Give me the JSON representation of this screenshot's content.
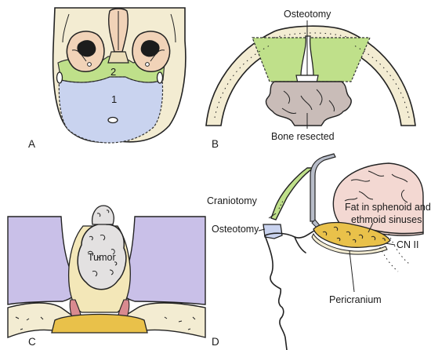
{
  "colors": {
    "bone": "#f3ecd2",
    "orbit": "#f1d3b8",
    "green": "#bfe08a",
    "green_dark": "#a9d16c",
    "blue": "#c9d3ef",
    "purple": "#c9c0e8",
    "resected": "#c9bcb8",
    "brain": "#f3d8d2",
    "fat": "#e9c14a",
    "pink": "#d98a8f",
    "metal": "#b7bcc8"
  },
  "panels": [
    {
      "id": "A",
      "label": "A",
      "numbers": [
        "1",
        "2"
      ]
    },
    {
      "id": "B",
      "label": "B",
      "annotations": [
        "Osteotomy",
        "Bone resected"
      ]
    },
    {
      "id": "C",
      "label": "C",
      "annotations": [
        "Tumor"
      ]
    },
    {
      "id": "D",
      "label": "D",
      "annotations": [
        "Craniotomy",
        "Osteotomy",
        "Fat in sphenoid and",
        "ethmoid sinuses",
        "CN II",
        "Pericranium"
      ]
    }
  ]
}
